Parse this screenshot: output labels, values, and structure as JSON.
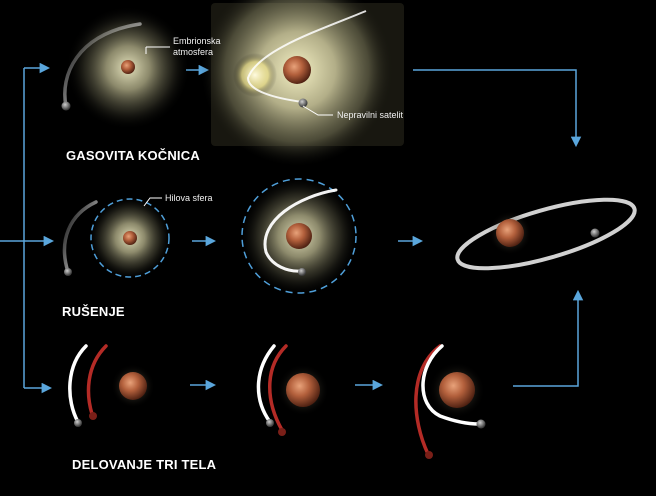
{
  "sections": {
    "gas_drag": {
      "title": "GASOVITA KOČNICA"
    },
    "collision": {
      "title": "RUŠENJE"
    },
    "three_body": {
      "title": "DELOVANJE TRI TELA"
    }
  },
  "annotations": {
    "embryonic_atmosphere_line1": "Embrionska",
    "embryonic_atmosphere_line2": "atmosfera",
    "irregular_satellite": "Nepravilni satelit",
    "hill_sphere": "Hilova sfera"
  },
  "colors": {
    "background": "#000000",
    "arrow": "#5aa6dc",
    "planet": "#b45f3e",
    "nebula": "#e6e2b4",
    "hill_sphere_ring": "#4f9fd9",
    "red_trail": "#c8302a"
  }
}
